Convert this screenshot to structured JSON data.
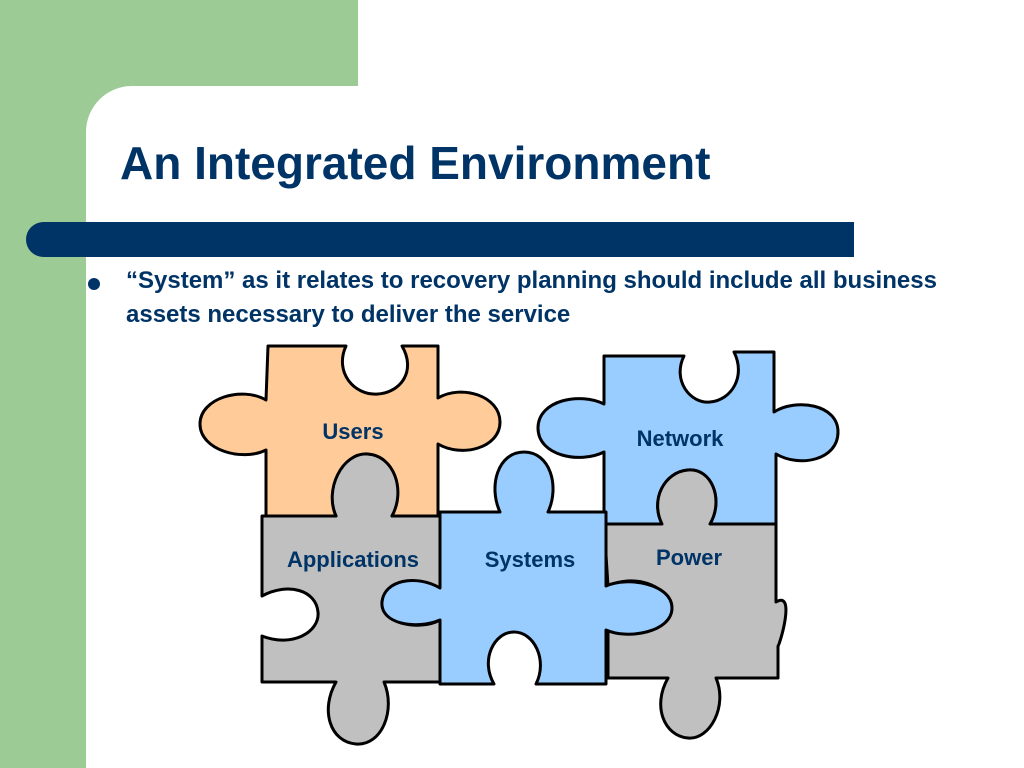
{
  "slide": {
    "title": "An Integrated Environment",
    "bullet": "“System” as it relates to recovery planning should include all business assets necessary to deliver the service"
  },
  "puzzle": {
    "pieces": [
      {
        "key": "users",
        "label": "Users",
        "fill": "#ffcc99"
      },
      {
        "key": "network",
        "label": "Network",
        "fill": "#99ccff"
      },
      {
        "key": "applications",
        "label": "Applications",
        "fill": "#c0c0c0"
      },
      {
        "key": "power",
        "label": "Power",
        "fill": "#c0c0c0"
      },
      {
        "key": "systems",
        "label": "Systems",
        "fill": "#99ccff"
      }
    ]
  },
  "colors": {
    "accent": "#003366",
    "side_band": "#9ccb96"
  }
}
